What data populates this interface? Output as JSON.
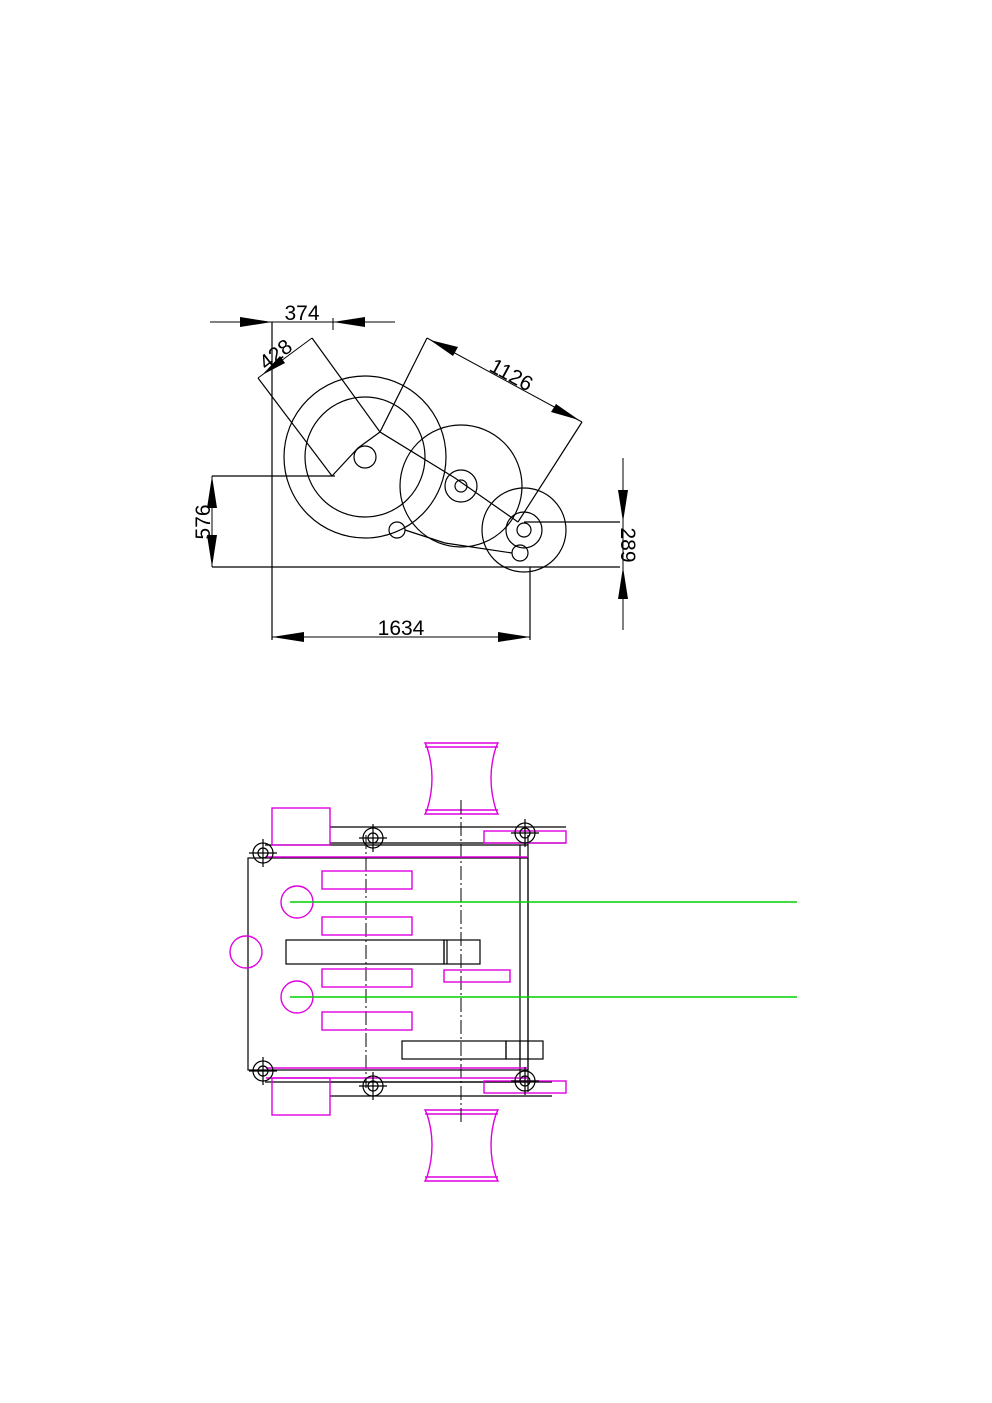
{
  "side_view": {
    "dimensions": {
      "top": "374",
      "small": "428",
      "diagonal": "1126",
      "left": "576",
      "right": "289",
      "bottom": "1634"
    }
  },
  "colors": {
    "line": "#000000",
    "magenta": "#e000e0",
    "green": "#00d000"
  }
}
